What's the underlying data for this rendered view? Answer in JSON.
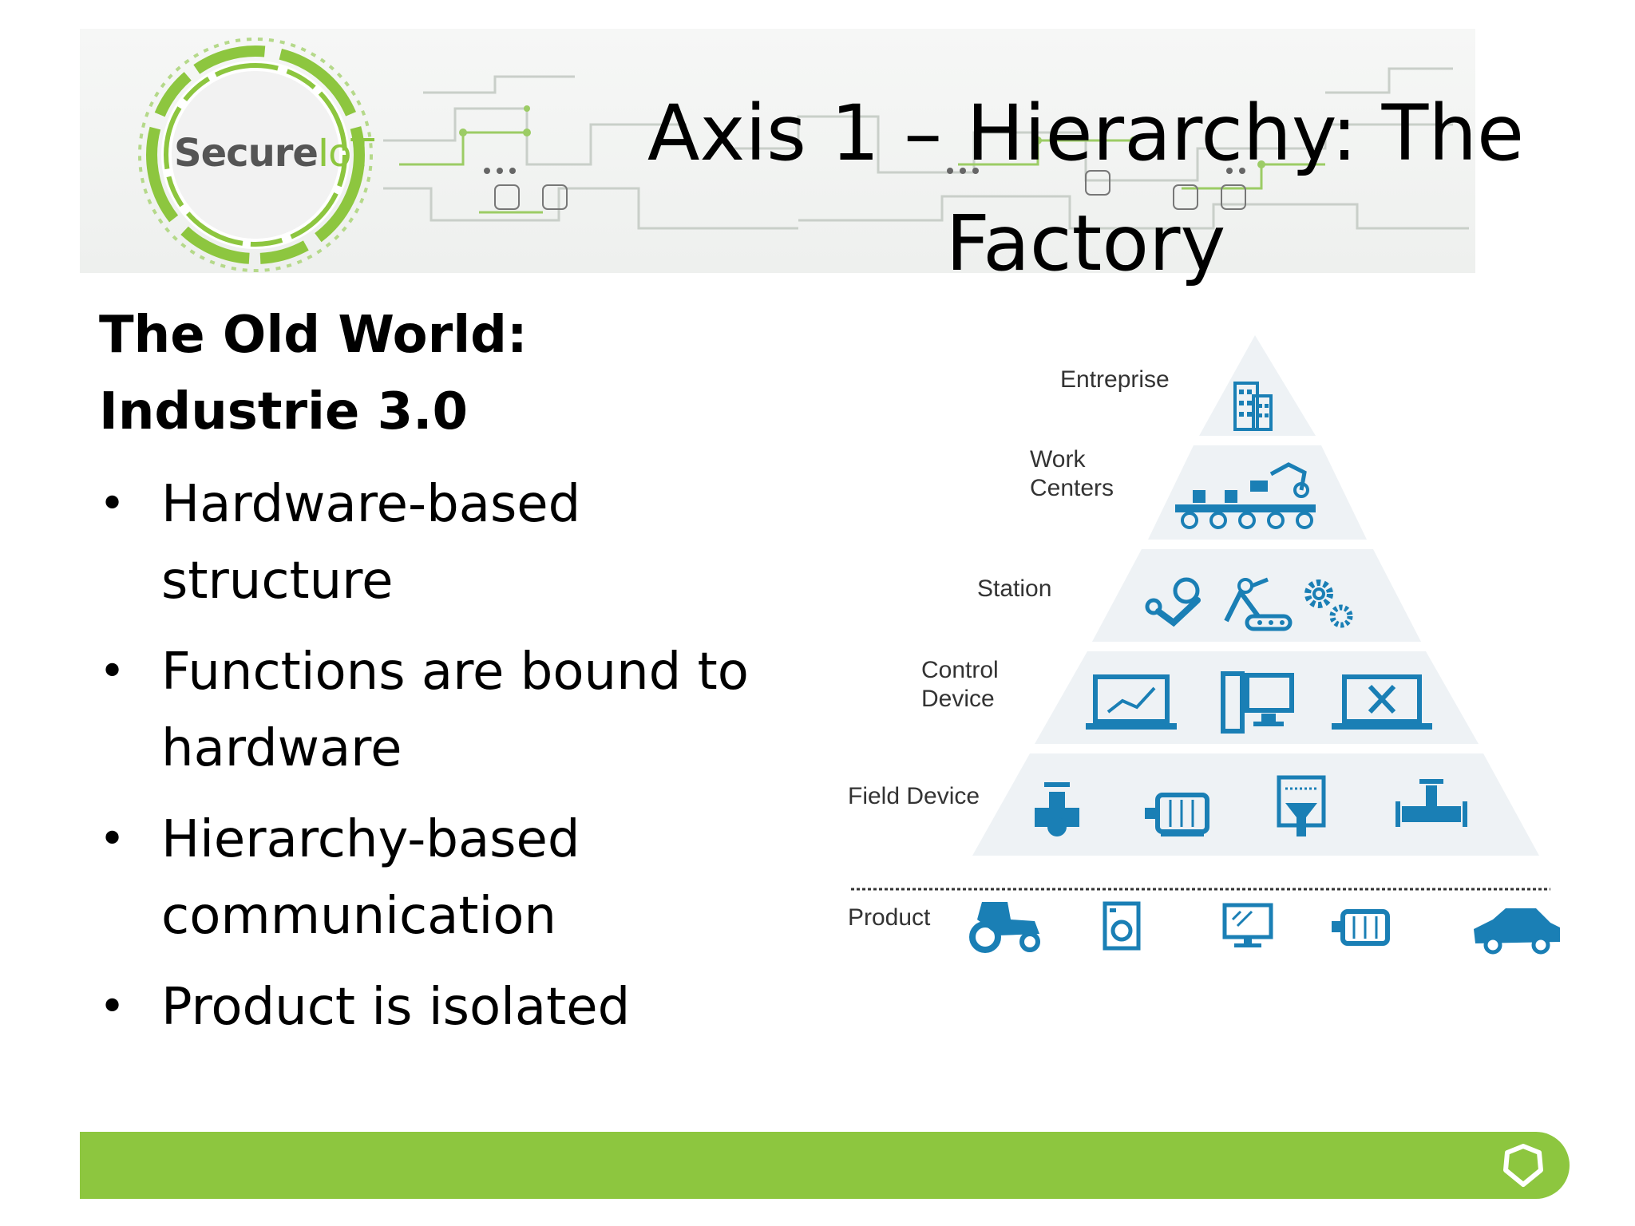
{
  "header": {
    "logo_text_primary": "Secure",
    "logo_text_accent": "IoT",
    "title": "Axis 1 – Hierarchy: The Factory"
  },
  "content": {
    "subtitle": "The Old World: Industrie 3.0",
    "bullet_symbol": "•",
    "bullets": [
      "Hardware-based structure",
      "Functions are bound to hardware",
      "Hierarchy-based communication",
      "Product is isolated"
    ]
  },
  "pyramid": {
    "levels": [
      {
        "label": "Entreprise",
        "icons": [
          "office-building-icon"
        ]
      },
      {
        "label": "Work Centers",
        "icons": [
          "conveyor-belt-icon"
        ]
      },
      {
        "label": "Station",
        "icons": [
          "robot-arm-icon",
          "assembly-line-icon",
          "gears-icon"
        ]
      },
      {
        "label": "Control Device",
        "icons": [
          "monitor-chart-icon",
          "desktop-computer-icon",
          "laptop-tools-icon"
        ]
      },
      {
        "label": "Field Device",
        "icons": [
          "valve-icon",
          "motor-icon",
          "filter-icon",
          "pipe-valve-icon"
        ]
      }
    ],
    "product": {
      "label": "Product",
      "icons": [
        "tractor-icon",
        "washing-machine-icon",
        "monitor-icon",
        "motor-icon",
        "car-icon"
      ]
    },
    "colors": {
      "tier_fill": "#eef2f5",
      "icon": "#1a7fb5",
      "dotted_line": "#333333"
    }
  },
  "colors": {
    "accent_green": "#8dc63f",
    "title_text": "#000000"
  }
}
